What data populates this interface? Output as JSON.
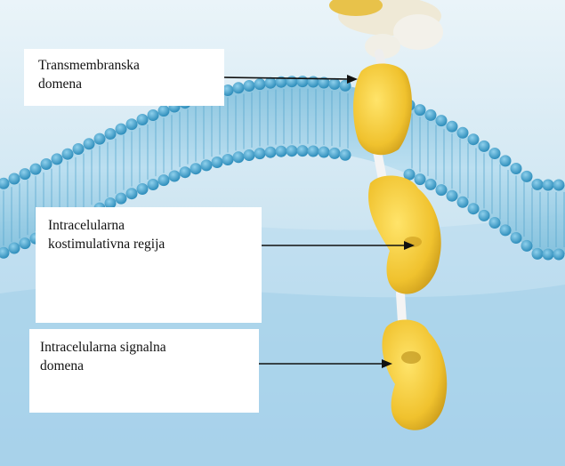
{
  "labels": {
    "transmembrane": {
      "line1": "Transmembranska",
      "line2": "domena"
    },
    "costimulatory": {
      "line1": "Intracelularna",
      "line2": "kostimulativna regija"
    },
    "signaling": {
      "line1": "Intracelularna signalna",
      "line2": "domena"
    }
  },
  "colors": {
    "background_top": "#cfe7f3",
    "background_bottom": "#a9d3ec",
    "membrane_head": "#4aa8d0",
    "membrane_tail": "#9fd0e6",
    "protein": "#f2c530",
    "protein_shadow": "#c99a1a",
    "arrow": "#111111"
  }
}
